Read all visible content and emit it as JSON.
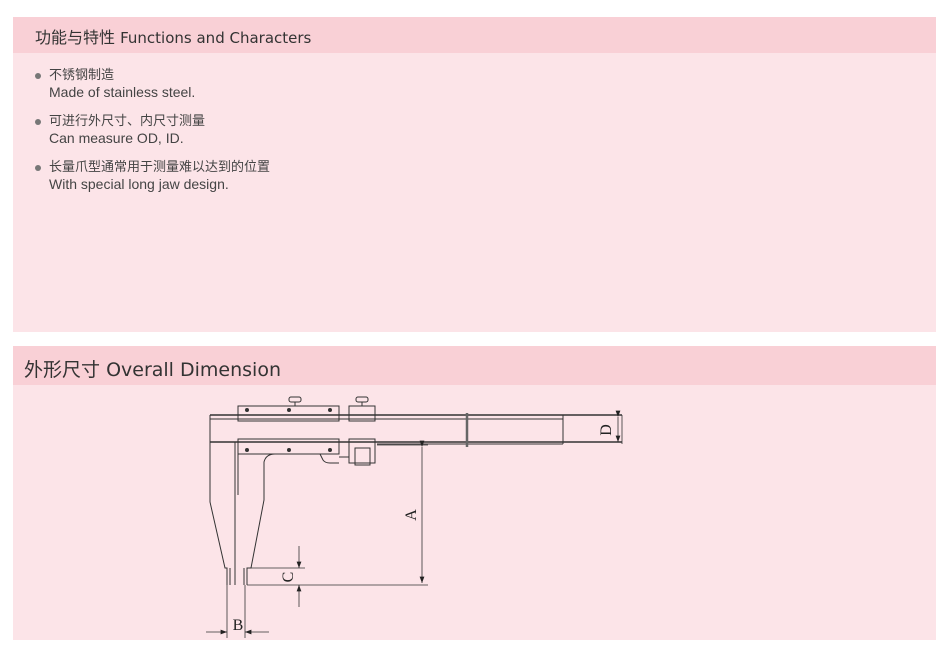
{
  "features": {
    "title_cn": "功能与特性",
    "title_en": "Functions and Characters",
    "items": [
      {
        "cn": "不锈钢制造",
        "en": "Made of stainless steel."
      },
      {
        "cn": "可进行外尺寸、内尺寸测量",
        "en": "Can measure OD, ID."
      },
      {
        "cn": "长量爪型通常用于测量难以达到的位置",
        "en": "With special long jaw design."
      }
    ]
  },
  "dimension": {
    "title_cn": "外形尺寸",
    "title_en": "Overall Dimension",
    "labels": {
      "a": "A",
      "b": "B",
      "c": "C",
      "d": "D"
    }
  },
  "colors": {
    "header": "#f9d0d6",
    "body": "#fce4e8"
  }
}
